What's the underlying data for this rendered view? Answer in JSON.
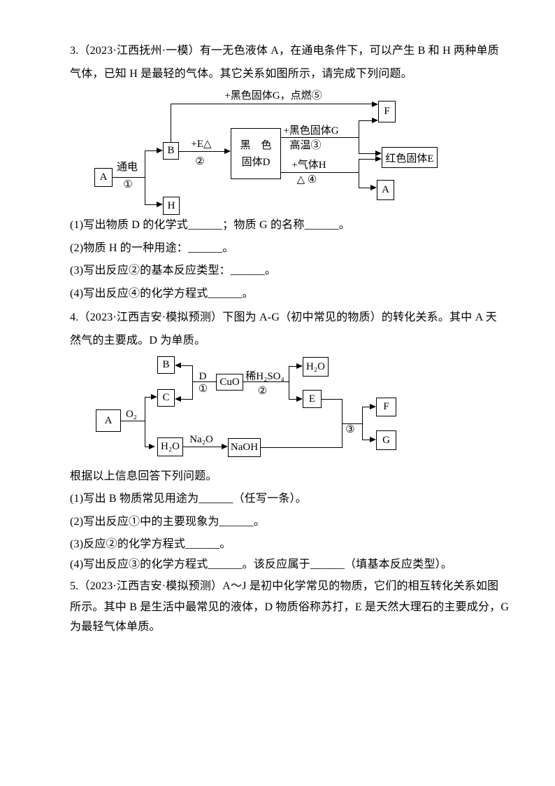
{
  "colors": {
    "text": "#000000",
    "background": "#ffffff"
  },
  "q3": {
    "line1": "3.（2023·江西抚州·一模）有一无色液体 A，在通电条件下，可以产生 B 和 H 两种单质",
    "line2": "气体，已知 H 是最轻的气体。其它关系如图所示，请完成下列问题。",
    "sub1": "(1)写出物质 D 的化学式______；物质 G 的名称______。",
    "sub2": "(2)物质 H 的一种用途：______。",
    "sub3": "(3)写出反应②的基本反应类型：______。",
    "sub4": "(4)写出反应④的化学方程式______。"
  },
  "q4": {
    "line1": "4.（2023·江西吉安·模拟预测）下图为 A-G（初中常见的物质）的转化关系。其中 A 天",
    "line2": "然气的主要成。D 为单质。",
    "intro": "根据以上信息回答下列问题。",
    "sub1": "(1)写出 B 物质常见用途为______（任写一条）。",
    "sub2": "(2)写出反应①中的主要现象为______。",
    "sub3": "(3)反应②的化学方程式______。",
    "sub4": "(4)写出反应③的化学方程式______。该反应属于______（填基本反应类型）。"
  },
  "q5": {
    "line1": "5.（2023·江西吉安·模拟预测）A～J 是初中化学常见的物质，它们的相互转化关系如图",
    "line2": "所示。其中 B 是生活中最常见的液体，D 物质俗称苏打，E 是天然大理石的主要成分，G",
    "line3": "为最轻气体单质。"
  },
  "diagram1": {
    "boxes": {
      "a_left": "A",
      "b": "B",
      "h": "H",
      "d_line1": "黑　色",
      "d_line2": "固体D",
      "f": "F",
      "e_red": "红色固体E",
      "a_right": "A"
    },
    "labels": {
      "power": "通电",
      "step1": "①",
      "plus_e": "+E△",
      "step2": "②",
      "top_path": "+黑色固体G，点燃⑤",
      "path3_reagent": "+黑色固体G",
      "path3_condition": "高温③",
      "path4_reagent": "+气体H",
      "path4_condition": "△ ④"
    }
  },
  "diagram2": {
    "boxes": {
      "a": "A",
      "b": "B",
      "c": "C",
      "cuo": "CuO",
      "h2o_top": "H₂O",
      "e": "E",
      "f": "F",
      "g": "G",
      "h2o_bottom": "H₂O",
      "naoh": "NaOH"
    },
    "labels": {
      "o2": "O₂",
      "d": "D",
      "step1": "①",
      "dilute_h2so4": "稀H₂SO₄",
      "step2": "②",
      "na2o": "Na₂O",
      "step3": "③"
    }
  }
}
